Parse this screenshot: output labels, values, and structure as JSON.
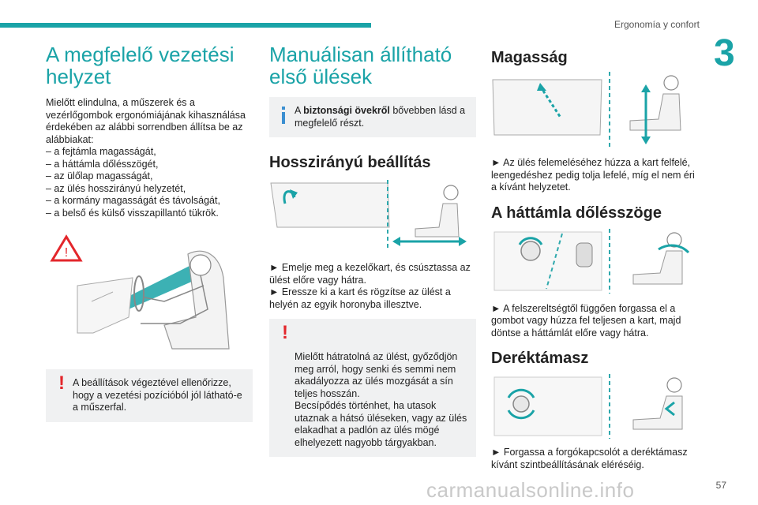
{
  "header": {
    "chapter_title": "Ergonomía y confort",
    "chapter_number": "3",
    "page_number": "57"
  },
  "col1": {
    "title": "A megfelelő vezetési helyzet",
    "intro": "Mielőtt elindulna, a műszerek és a vezérlőgombok ergonómiájának kihasználása érdekében az alábbi sorrendben állítsa be az alábbiakat:",
    "list": [
      "– a fejtámla magasságát,",
      "– a háttámla dőlésszögét,",
      "– az ülőlap magasságát,",
      "– az ülés hosszirányú helyzetét,",
      "– a kormány magasságát és távolságát,",
      "– a belső és külső visszapillantó tükrök."
    ],
    "warning": "A beállítások végeztével ellenőrizze, hogy a vezetési pozícióból jól látható-e a műszerfal."
  },
  "col2": {
    "title": "Manuálisan állítható első ülések",
    "info_bold": "biztonsági övekről",
    "info_pre": "A ",
    "info_post": " bővebben lásd a megfelelő részt.",
    "section_title": "Hosszirányú beállítás",
    "steps": [
      "► Emelje meg a kezelőkart, és csúsztassa az ülést előre vagy hátra.",
      "► Eressze ki a kart és rögzítse az ülést a helyén az egyik horonyba illesztve."
    ],
    "warning": "Mielőtt hátratolná az ülést, győződjön meg arról, hogy senki és semmi nem akadályozza az ülés mozgását a sín teljes hosszán.\nBecsípődés történhet, ha utasok utaznak a hátsó üléseken, vagy az ülés elakadhat a padlón az ülés mögé elhelyezett nagyobb tárgyakban."
  },
  "col3": {
    "s1_title": "Magasság",
    "s1_text": "► Az ülés felemeléséhez húzza a kart felfelé, leengedéshez pedig tolja lefelé, míg el nem éri a kívánt helyzetet.",
    "s2_title": "A háttámla dőlésszöge",
    "s2_text": "► A felszereltségtől függően forgassa el a gombot vagy húzza fel teljesen a kart, majd döntse a háttámlát előre vagy hátra.",
    "s3_title": "Deréktámasz",
    "s3_text": "► Forgassa a forgókapcsolót a deréktámasz kívánt szintbeállításának eléréséig."
  },
  "watermark": "carmanualsonline.info",
  "colors": {
    "accent": "#1aa3a7",
    "warning": "#e3262b",
    "note_bg": "#f0f1f2"
  }
}
